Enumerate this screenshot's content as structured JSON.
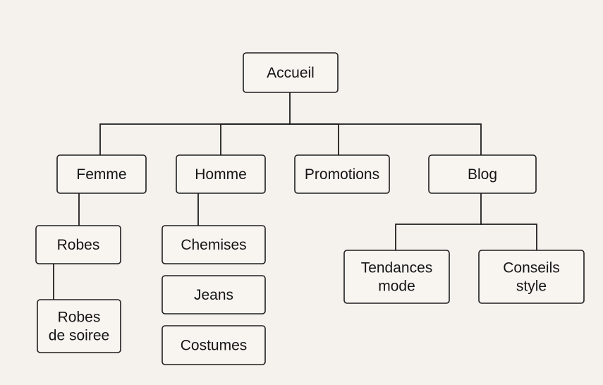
{
  "diagram": {
    "nodes": [
      {
        "id": "accueil",
        "lines": [
          "Accueil"
        ]
      },
      {
        "id": "femme",
        "lines": [
          "Femme"
        ]
      },
      {
        "id": "homme",
        "lines": [
          "Homme"
        ]
      },
      {
        "id": "promotions",
        "lines": [
          "Promotions"
        ]
      },
      {
        "id": "blog",
        "lines": [
          "Blog"
        ]
      },
      {
        "id": "robes",
        "lines": [
          "Robes"
        ]
      },
      {
        "id": "robes-de-soiree",
        "lines": [
          "Robes",
          "de soiree"
        ]
      },
      {
        "id": "chemises",
        "lines": [
          "Chemises"
        ]
      },
      {
        "id": "jeans",
        "lines": [
          "Jeans"
        ]
      },
      {
        "id": "costumes",
        "lines": [
          "Costumes"
        ]
      },
      {
        "id": "tendances-mode",
        "lines": [
          "Tendances",
          "mode"
        ]
      },
      {
        "id": "conseils-style",
        "lines": [
          "Conseils",
          "style"
        ]
      }
    ],
    "edges": [
      {
        "from": "accueil",
        "to": "femme"
      },
      {
        "from": "accueil",
        "to": "homme"
      },
      {
        "from": "accueil",
        "to": "promotions"
      },
      {
        "from": "accueil",
        "to": "blog"
      },
      {
        "from": "femme",
        "to": "robes"
      },
      {
        "from": "robes",
        "to": "robes-de-soiree"
      },
      {
        "from": "homme",
        "to": "chemises"
      },
      {
        "from": "homme",
        "to": "jeans"
      },
      {
        "from": "homme",
        "to": "costumes"
      },
      {
        "from": "blog",
        "to": "tendances-mode"
      },
      {
        "from": "blog",
        "to": "conseils-style"
      }
    ]
  }
}
